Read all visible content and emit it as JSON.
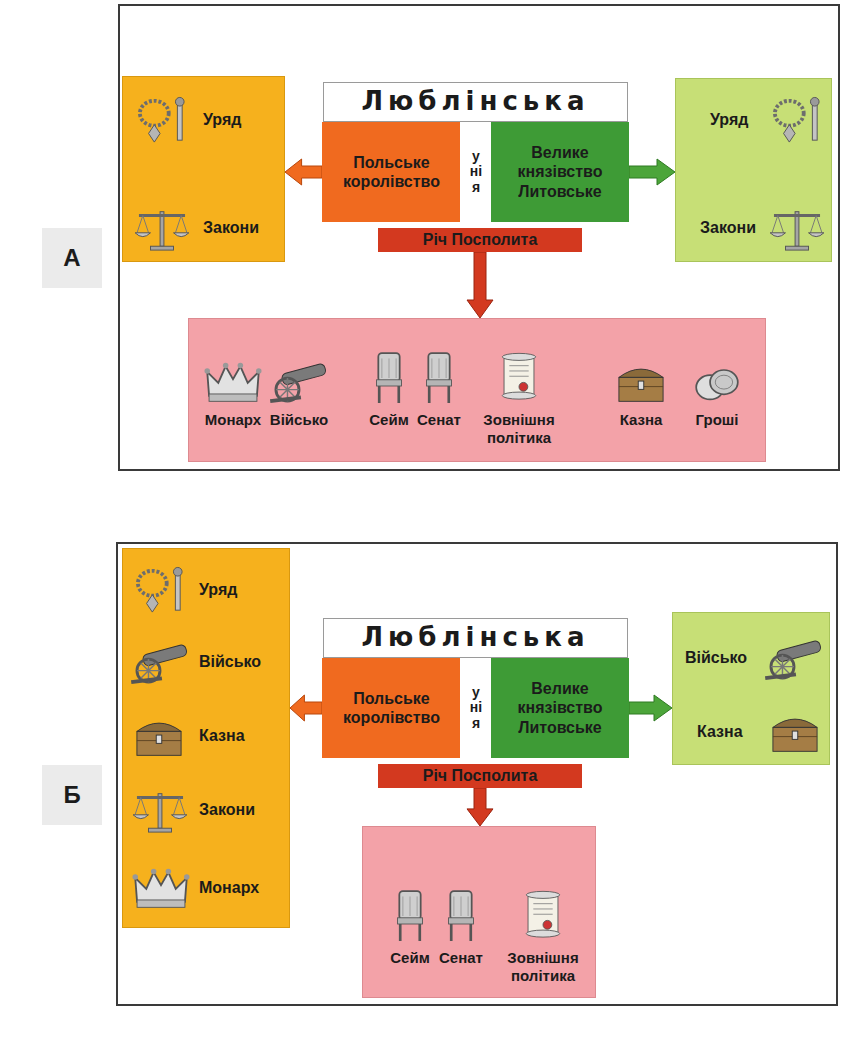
{
  "diagram": {
    "nodes": [
      {
        "text": [
          "А"
        ]
      },
      {
        "text": [
          "Уряд",
          "Закони"
        ]
      },
      {
        "text": [
          "Люблінська"
        ]
      },
      {
        "text": [
          "Польське королівство"
        ]
      },
      {
        "text": [
          "унія"
        ]
      },
      {
        "text": [
          "Велике князівство Литовське"
        ]
      },
      {
        "text": [
          "Уряд",
          "Закони"
        ]
      },
      {
        "text": [
          "Річ Посполита"
        ]
      },
      {
        "text": [
          "Монарх",
          "Військо",
          "Сейм",
          "Сенат",
          "Зовнішня політика",
          "Казна",
          "Гроші"
        ]
      },
      {
        "text": [
          "Б"
        ]
      },
      {
        "text": [
          "Уряд",
          "Військо",
          "Казна",
          "Закони",
          "Монарх"
        ]
      },
      {
        "text": [
          "Люблінська"
        ]
      },
      {
        "text": [
          "Польське королівство"
        ]
      },
      {
        "text": [
          "унія"
        ]
      },
      {
        "text": [
          "Велике князівство Литовське"
        ]
      },
      {
        "text": [
          "Військо",
          "Казна"
        ]
      },
      {
        "text": [
          "Річ Посполита"
        ]
      },
      {
        "text": [
          "Сейм",
          "Сенат",
          "Зовнішня політика"
        ]
      }
    ],
    "edges": [
      {
        "from": 3,
        "to": 1,
        "arrow": "to"
      },
      {
        "from": 5,
        "to": 6,
        "arrow": "to"
      },
      {
        "from": 7,
        "to": 8,
        "arrow": "to"
      },
      {
        "from": 12,
        "to": 10,
        "arrow": "to"
      },
      {
        "from": 14,
        "to": 15,
        "arrow": "to"
      },
      {
        "from": 16,
        "to": 17,
        "arrow": "to"
      }
    ]
  }
}
